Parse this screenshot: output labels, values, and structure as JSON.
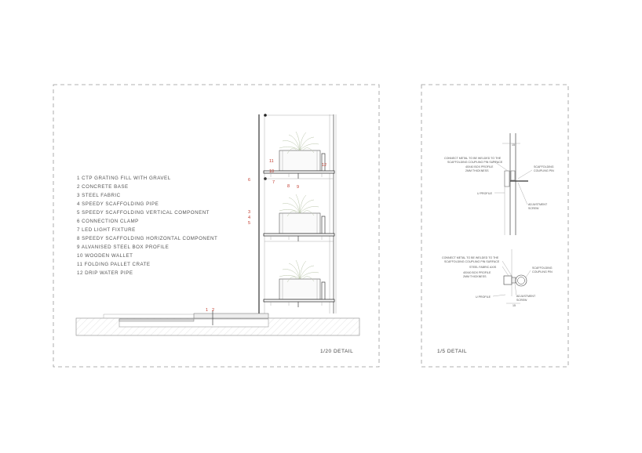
{
  "legend": [
    "1 CTP GRATING FILL WITH GRAVEL",
    "2 CONCRETE BASE",
    "3 STEEL FABRIC",
    "4 SPEEDY SCAFFOLDING PIPE",
    "5 SPEEDY SCAFFOLDING VERTICAL COMPONENT",
    "6 CONNECTION CLAMP",
    "7 LED LIGHT FIXTURE",
    "8 SPEEDY SCAFFOLDING HORIZONTAL COMPONENT",
    "9 ALVANISED STEEL BOX PROFILE",
    "10 WOODEN WALLET",
    "11 FOLDING PALLET CRATE",
    "12 DRIP WATER PIPE"
  ],
  "callouts": {
    "n1": "1",
    "n2": "2",
    "n3": "3",
    "n4": "4",
    "n5": "5",
    "n6": "6",
    "n7": "7",
    "n8": "8",
    "n9": "9",
    "n10": "10",
    "n11": "11",
    "n12": "12"
  },
  "captions": {
    "left": "1/20  DETAIL",
    "right": "1/5  DETAIL"
  },
  "detail_top": {
    "connect1": "CONNECT METAL TO BE WELDED TO THE",
    "connect2": "SCAFFOLDING COUPLING PIN SURFACE",
    "box": "40X40 BOX PROFILE",
    "thick": "2MM THICKNESS",
    "uprofile": "U PROFILE",
    "pin1": "SCAFFOLDING",
    "pin2": "COUPLING PIN",
    "screw1": "ADJUSTMENT",
    "screw2": "SCREW",
    "dim": "15"
  },
  "detail_bottom": {
    "connect1": "CONNECT METAL TO BE WELDED TO THE",
    "connect2": "SCAFFOLDING COUPLING PIN SURFACE",
    "fabric": "STEEL FABRIC AXIS",
    "box": "40X40 BOX PROFILE",
    "thick": "2MM THICKNESS",
    "uprofile": "U PROFILE",
    "pin1": "SCAFFOLDING",
    "pin2": "COUPLING PIN",
    "screw1": "ADJUSTMENT",
    "screw2": "SCREW",
    "dim": "15"
  },
  "colors": {
    "callout": "#c0392b",
    "line": "#444444"
  }
}
